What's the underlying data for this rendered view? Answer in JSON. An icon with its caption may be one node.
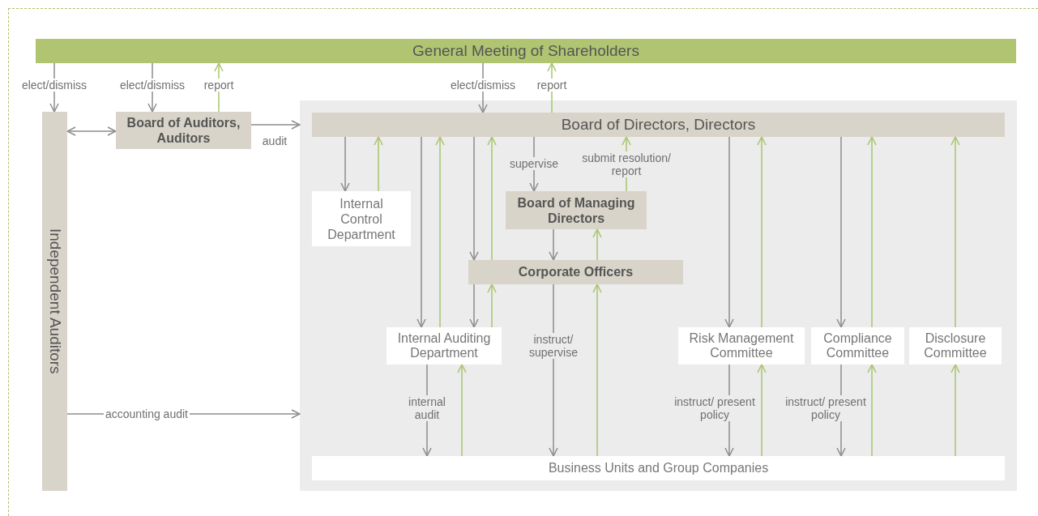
{
  "diagram": {
    "nodes": [
      {
        "text": [
          "General Meeting of Shareholders"
        ]
      },
      {
        "text": [
          "Independent Auditors"
        ]
      },
      {
        "text": [
          "Board of Auditors, Auditors"
        ]
      },
      {
        "text": [],
        "shape": "box"
      },
      {
        "text": [
          "Board of Directors, Directors"
        ],
        "in": 3
      },
      {
        "text": [
          "Internal Control Department"
        ],
        "in": 3
      },
      {
        "text": [
          "Board of Managing Directors"
        ],
        "in": 3
      },
      {
        "text": [
          "Corporate Officers"
        ],
        "in": 3
      },
      {
        "text": [
          "Internal Auditing Department"
        ],
        "in": 3
      },
      {
        "text": [
          "Risk Management Committee"
        ],
        "in": 3
      },
      {
        "text": [
          "Compliance Committee"
        ],
        "in": 3
      },
      {
        "text": [
          "Disclosure Committee"
        ],
        "in": 3
      },
      {
        "text": [
          "Business Units and Group Companies"
        ],
        "in": 3
      }
    ],
    "edges": [
      {
        "from": 0,
        "to": 1,
        "arrow": "to",
        "label": "elect/dismiss"
      },
      {
        "from": 0,
        "to": 2,
        "arrow": "to",
        "label": "elect/dismiss"
      },
      {
        "from": 2,
        "to": 0,
        "arrow": "to",
        "label": "report",
        "color": "#a9c46c"
      },
      {
        "from": 0,
        "to": 4,
        "arrow": "to",
        "label": "elect/dismiss"
      },
      {
        "from": 4,
        "to": 0,
        "arrow": "to",
        "label": "report",
        "color": "#a9c46c"
      },
      {
        "from": 1,
        "to": 2,
        "arrow": "both"
      },
      {
        "from": 2,
        "to": 3,
        "arrow": "to",
        "label": "audit"
      },
      {
        "from": 1,
        "to": 3,
        "arrow": "to",
        "label": "accounting audit"
      },
      {
        "from": 4,
        "to": 5,
        "arrow": "to"
      },
      {
        "from": 5,
        "to": 4,
        "arrow": "to",
        "color": "#a9c46c"
      },
      {
        "from": 4,
        "to": 8,
        "arrow": "to"
      },
      {
        "from": 8,
        "to": 4,
        "arrow": "to",
        "color": "#a9c46c"
      },
      {
        "from": 4,
        "to": 7,
        "arrow": "to"
      },
      {
        "from": 7,
        "to": 4,
        "arrow": "to",
        "color": "#a9c46c"
      },
      {
        "from": 4,
        "to": 6,
        "arrow": "to",
        "label": "supervise"
      },
      {
        "from": 6,
        "to": 4,
        "arrow": "to",
        "label": "submit resolution/ report",
        "color": "#a9c46c"
      },
      {
        "from": 6,
        "to": 7,
        "arrow": "to"
      },
      {
        "from": 7,
        "to": 6,
        "arrow": "to",
        "color": "#a9c46c"
      },
      {
        "from": 7,
        "to": 8,
        "arrow": "to"
      },
      {
        "from": 8,
        "to": 7,
        "arrow": "to",
        "color": "#a9c46c"
      },
      {
        "from": 7,
        "to": 12,
        "arrow": "to",
        "label": "instruct/ supervise"
      },
      {
        "from": 12,
        "to": 7,
        "arrow": "to",
        "color": "#a9c46c"
      },
      {
        "from": 4,
        "to": 9,
        "arrow": "to"
      },
      {
        "from": 9,
        "to": 4,
        "arrow": "to",
        "color": "#a9c46c"
      },
      {
        "from": 4,
        "to": 10,
        "arrow": "to"
      },
      {
        "from": 10,
        "to": 4,
        "arrow": "to",
        "color": "#a9c46c"
      },
      {
        "from": 11,
        "to": 4,
        "arrow": "to",
        "color": "#a9c46c"
      },
      {
        "from": 8,
        "to": 12,
        "arrow": "to",
        "label": "internal audit"
      },
      {
        "from": 12,
        "to": 8,
        "arrow": "to",
        "color": "#a9c46c"
      },
      {
        "from": 9,
        "to": 12,
        "arrow": "to",
        "label": "instruct/ present policy"
      },
      {
        "from": 12,
        "to": 9,
        "arrow": "to",
        "color": "#a9c46c"
      },
      {
        "from": 10,
        "to": 12,
        "arrow": "to",
        "label": "instruct/ present policy"
      },
      {
        "from": 12,
        "to": 10,
        "arrow": "to",
        "color": "#a9c46c"
      },
      {
        "from": 12,
        "to": 11,
        "arrow": "to",
        "color": "#a9c46c"
      }
    ]
  }
}
